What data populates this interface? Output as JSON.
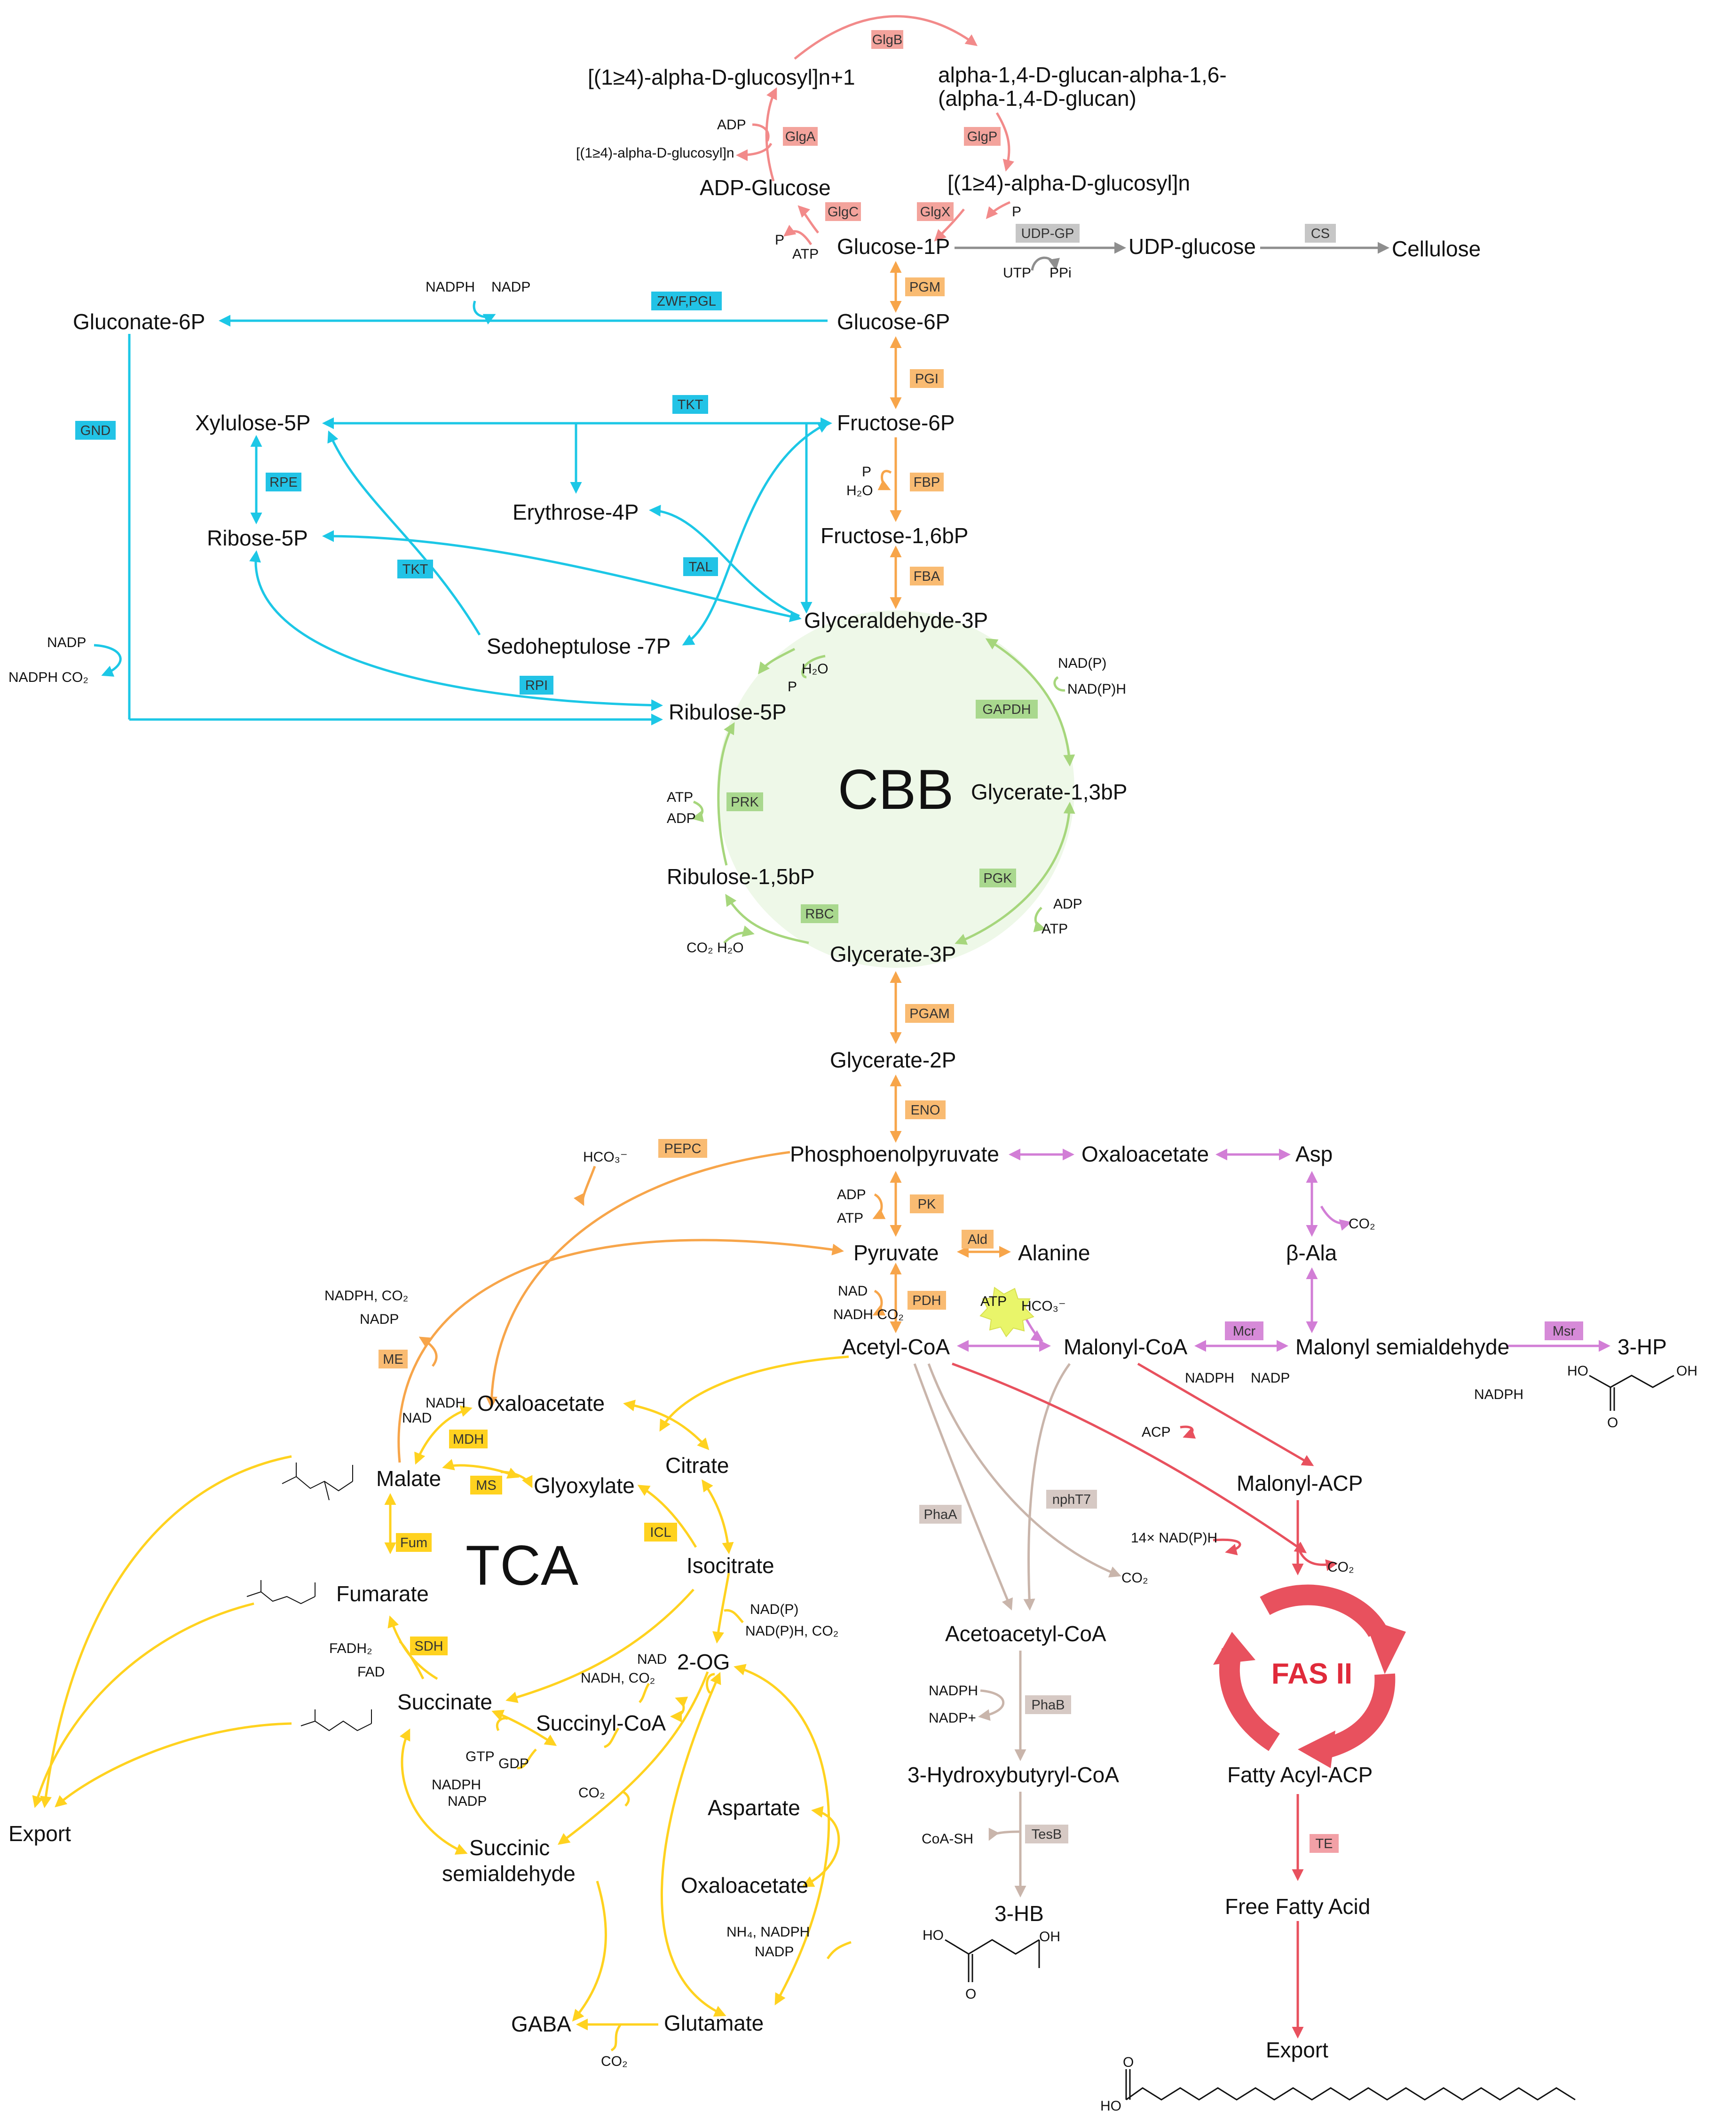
{
  "colors": {
    "glycogen": "#f28a8a",
    "glycogen_box": "#f3a39c",
    "gray": "#8e8e8e",
    "gray_box": "#c6c6c6",
    "ppp": "#1cc7e6",
    "ppp_box": "#22c3e6",
    "glycolysis": "#f7a54a",
    "glycolysis_box": "#f9bb72",
    "cbb": "#a6d67c",
    "cbb_fill": "#eef8e8",
    "cbb_box": "#a9d88e",
    "purple": "#d27ed6",
    "purple_box": "#d68ad8",
    "tca": "#ffd21f",
    "tca_box": "#ffd21f",
    "tan": "#c9b5ab",
    "tan_box": "#d6c9c4",
    "fas": "#e8515e",
    "fas_box": "#f2a0a6"
  },
  "labels": {
    "cbb": "CBB",
    "tca": "TCA",
    "fas": "FAS II"
  },
  "metabolites": {
    "glucosyl_n1": "[(1≥4)-alpha-D-glucosyl]n+1",
    "glucan1": "alpha-1,4-D-glucan-alpha-1,6-",
    "glucan2": "(alpha-1,4-D-glucan)",
    "glucosyl_n": "[(1≥4)-alpha-D-glucosyl]n",
    "adp_glucose": "ADP-Glucose",
    "glucose1p": "Glucose-1P",
    "udp_glucose": "UDP-glucose",
    "cellulose": "Cellulose",
    "glucose6p": "Glucose-6P",
    "gluconate6p": "Gluconate-6P",
    "xylulose5p": "Xylulose-5P",
    "fructose6p": "Fructose-6P",
    "erythrose4p": "Erythrose-4P",
    "ribose5p": "Ribose-5P",
    "fructose16bp": "Fructose-1,6bP",
    "sedoheptulose7p": "Sedoheptulose -7P",
    "g3p": "Glyceraldehyde-3P",
    "ribulose5p": "Ribulose-5P",
    "glycerate13bp": "Glycerate-1,3bP",
    "ribulose15bp": "Ribulose-1,5bP",
    "glycerate3p": "Glycerate-3P",
    "glycerate2p": "Glycerate-2P",
    "pep": "Phosphoenolpyruvate",
    "oaa_top": "Oxaloacetate",
    "asp": "Asp",
    "pyruvate": "Pyruvate",
    "alanine": "Alanine",
    "beta_ala": "β-Ala",
    "acetyl_coa": "Acetyl-CoA",
    "malonyl_coa": "Malonyl-CoA",
    "malonyl_semialdehyde": "Malonyl semialdehyde",
    "hp3": "3-HP",
    "oxaloacetate": "Oxaloacetate",
    "citrate": "Citrate",
    "malate": "Malate",
    "glyoxylate": "Glyoxylate",
    "malonyl_acp": "Malonyl-ACP",
    "isocitrate": "Isocitrate",
    "fumarate": "Fumarate",
    "acetoacetyl_coa": "Acetoacetyl-CoA",
    "og2": "2-OG",
    "succinate": "Succinate",
    "succinyl_coa": "Succinyl-CoA",
    "hb_coa": "3-Hydroxybutyryl-CoA",
    "fatty_acyl_acp": "Fatty Acyl-ACP",
    "export_left": "Export",
    "aspartate": "Aspartate",
    "succ_semi1": "Succinic",
    "succ_semi2": "semialdehyde",
    "oaa_lower": "Oxaloacetate",
    "hb3": "3-HB",
    "free_fatty_acid": "Free Fatty Acid",
    "gaba": "GABA",
    "glutamate": "Glutamate",
    "export_right": "Export"
  },
  "cofactors": {
    "adp_glga": "ADP",
    "glucosyl_n_small": "[(1≥4)-alpha-D-glucosyl]n",
    "p_glgc": "P",
    "atp_glgc": "ATP",
    "p_glgx": "P",
    "utp": "UTP",
    "ppi": "PPi",
    "nadph_zwf": "NADPH",
    "nadp_zwf": "NADP",
    "nadp_gnd": "NADP",
    "nadph_co2_gnd": "NADPH CO₂",
    "p_fbp": "P",
    "h2o_fbp": "H₂O",
    "h2o_g3p": "H₂O",
    "p_g3p": "P",
    "nadp_gapdh": "NAD(P)",
    "nadph_gapdh": "NAD(P)H",
    "atp_prk": "ATP",
    "adp_prk": "ADP",
    "adp_pgk": "ADP",
    "atp_pgk": "ATP",
    "co2_h2o_rbc": "CO₂ H₂O",
    "hco3_pepc": "HCO₃⁻",
    "adp_pk": "ADP",
    "atp_pk": "ATP",
    "co2_asp": "CO₂",
    "nadph_co2_me": "NADPH, CO₂",
    "nadp_me": "NADP",
    "nad_pdh": "NAD",
    "nadh_co2_pdh": "NADH CO₂",
    "atp_acc": "ATP",
    "hco3_acc": "HCO₃⁻",
    "nadph_mcr": "NADPH",
    "nadp_mcr": "NADP",
    "nadph_msr": "NADPH",
    "nadh_mdh": "NADH",
    "nad_mdh": "NAD",
    "acp": "ACP",
    "nadph14": "14× NAD(P)H",
    "co2_fas": "CO₂",
    "co2_npht7": "CO₂",
    "nadp_icd": "NAD(P)",
    "nadph_co2_icd": "NAD(P)H, CO₂",
    "fadh2": "FADH₂",
    "fad": "FAD",
    "nad_og": "NAD",
    "nadh_co2_og": "NADH, CO₂",
    "gtp": "GTP",
    "gdp": "GDP",
    "nadph_ssa": "NADPH",
    "nadp_ssa": "NADP",
    "co2_ssa": "CO₂",
    "nadph_phab": "NADPH",
    "nadp_phab": "NADP+",
    "coash": "CoA-SH",
    "nh4_nadph": "NH₄, NADPH",
    "nadp_gdh": "NADP",
    "co2_gad": "CO₂"
  },
  "enzymes": {
    "glgb": "GlgB",
    "glga": "GlgA",
    "glgp": "GlgP",
    "glgc": "GlgC",
    "glgx": "GlgX",
    "udpgp": "UDP-GP",
    "cs": "CS",
    "pgm": "PGM",
    "zwf": "ZWF,PGL",
    "tkt1": "TKT",
    "gnd": "GND",
    "pgi": "PGI",
    "rpe": "RPE",
    "fbp": "FBP",
    "tkt2": "TKT",
    "tal": "TAL",
    "fba": "FBA",
    "rpi": "RPI",
    "gapdh": "GAPDH",
    "prk": "PRK",
    "pgk": "PGK",
    "rbc": "RBC",
    "pgam": "PGAM",
    "eno": "ENO",
    "pepc": "PEPC",
    "pk": "PK",
    "ald": "Ald",
    "pdh": "PDH",
    "mcr": "Mcr",
    "msr": "Msr",
    "me": "ME",
    "mdh": "MDH",
    "ms": "MS",
    "phaa": "PhaA",
    "npht7": "nphT7",
    "icl": "ICL",
    "fum": "Fum",
    "sdh": "SDH",
    "phab": "PhaB",
    "tesb": "TesB",
    "te": "TE"
  },
  "structures": {
    "ho_hp": "HO",
    "oh_hp": "OH",
    "o_hp": "O",
    "ho_hb": "HO",
    "oh_hb": "OH",
    "o_hb": "O",
    "ho_fa": "HO",
    "o_fa": "O"
  }
}
